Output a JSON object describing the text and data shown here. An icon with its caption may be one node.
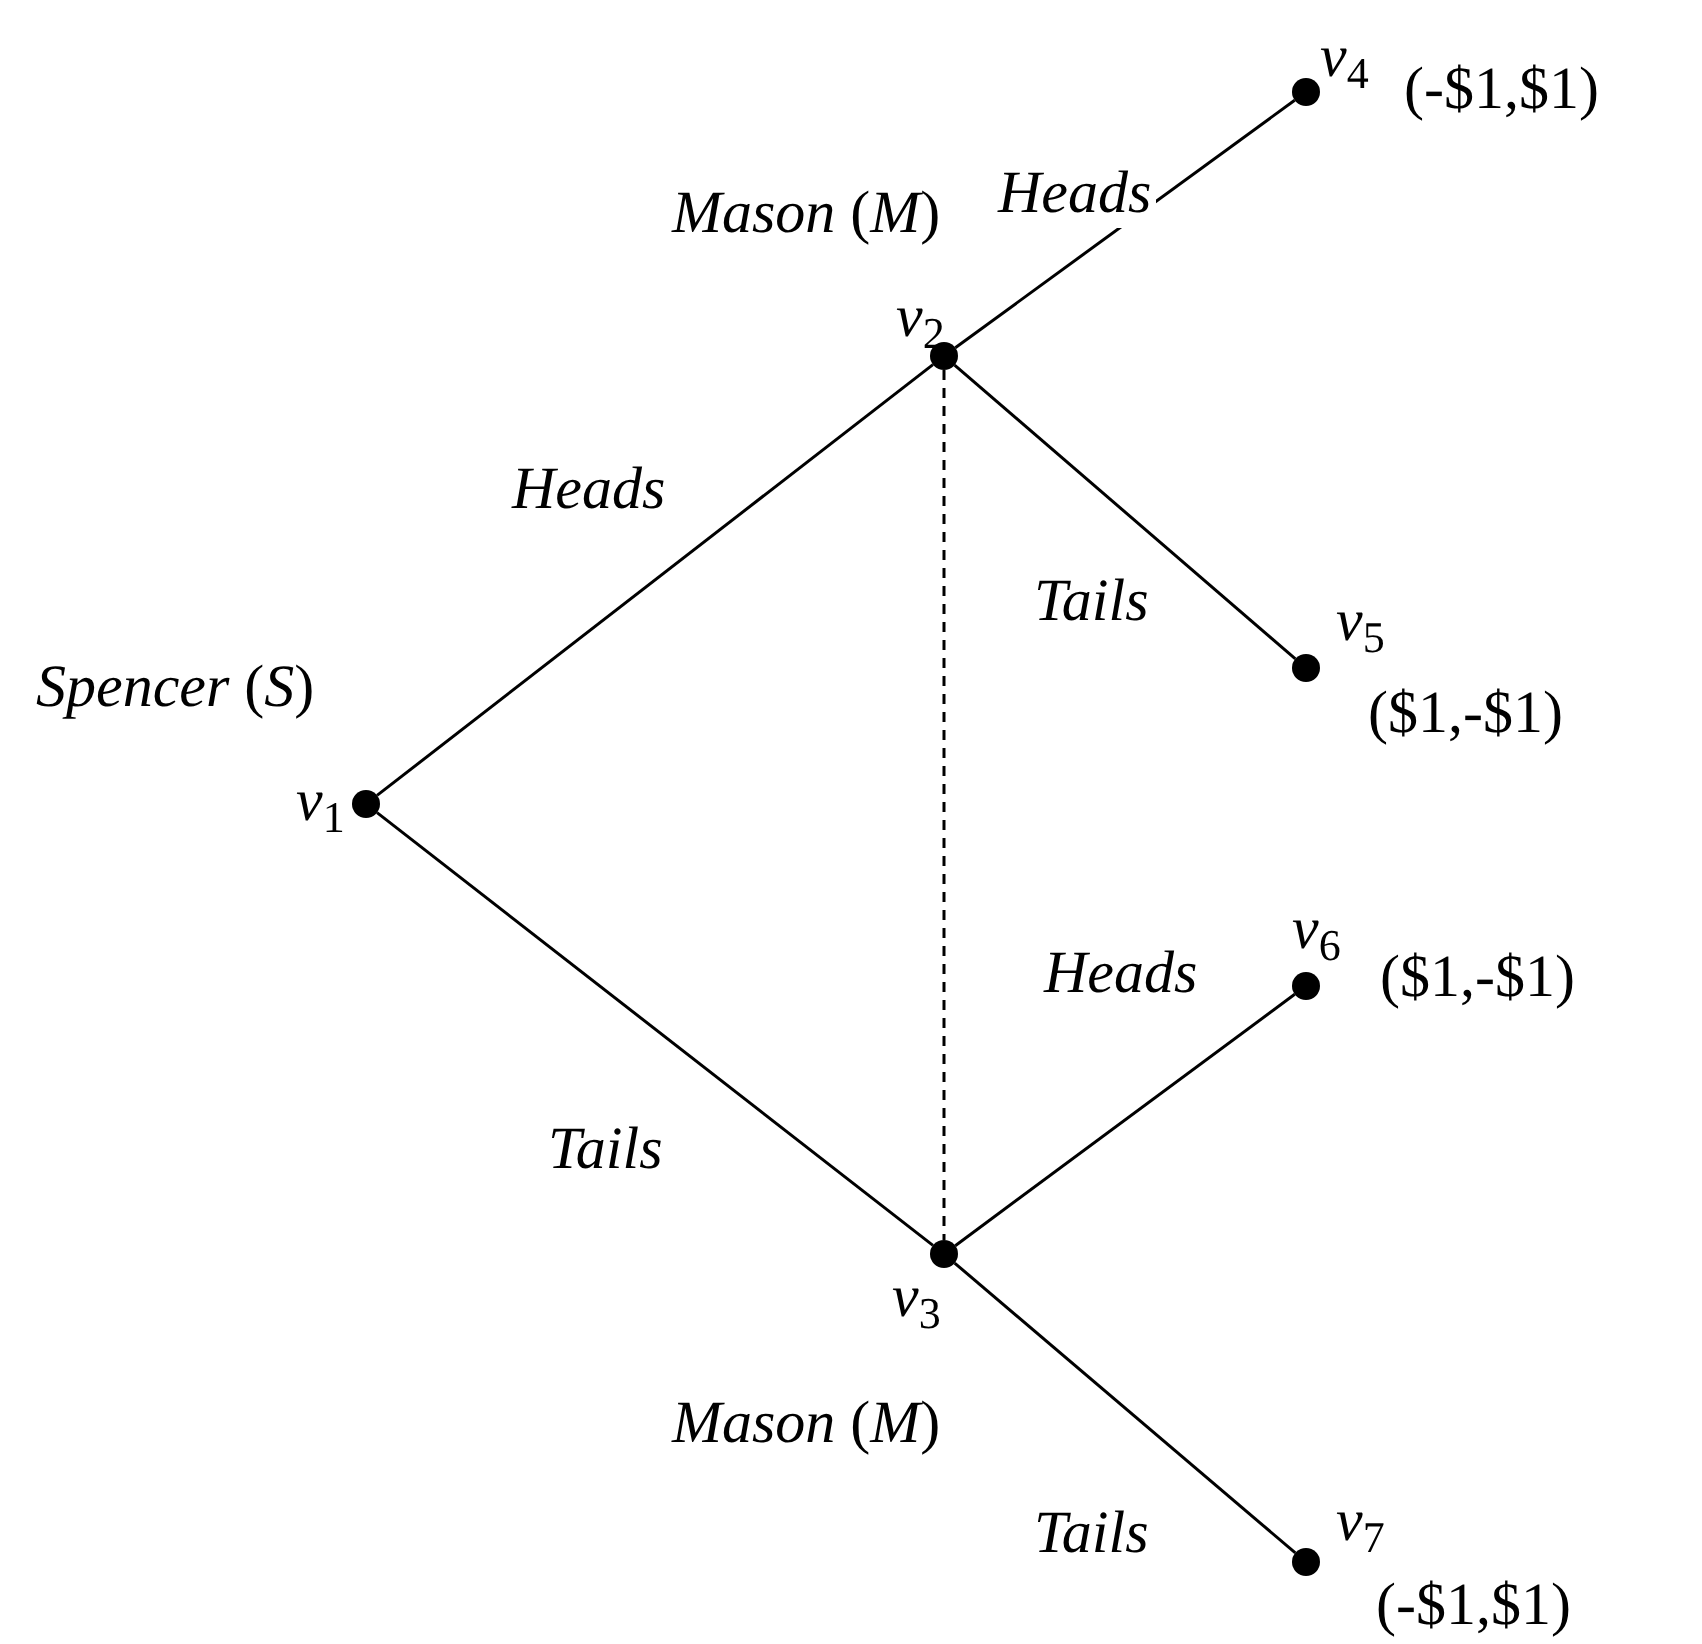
{
  "diagram": {
    "nodes": [
      {
        "text": [],
        "shape": "circle",
        "beside": [
          "v$_{1}$",
          "*Spencer* (*S*)"
        ]
      },
      {
        "text": [],
        "shape": "circle",
        "beside": [
          "v$_{2}$",
          "*Mason* (*M*)"
        ]
      },
      {
        "text": [],
        "shape": "circle",
        "beside": [
          "v$_{3}$",
          "*Mason* (*M*)"
        ]
      },
      {
        "text": [],
        "shape": "circle",
        "beside": [
          "v$_{4}$",
          "(-$1,$1)"
        ]
      },
      {
        "text": [],
        "shape": "circle",
        "beside": [
          "v$_{5}$",
          "($1,-$1)"
        ]
      },
      {
        "text": [],
        "shape": "circle",
        "beside": [
          "v$_{6}$",
          "($1,-$1)"
        ]
      },
      {
        "text": [],
        "shape": "circle",
        "beside": [
          "v$_{7}$",
          "(-$1,$1)"
        ]
      }
    ],
    "edges": [
      {
        "from": 0,
        "to": 1,
        "arrow": "none",
        "label": "Heads"
      },
      {
        "from": 0,
        "to": 2,
        "arrow": "none",
        "label": "Tails"
      },
      {
        "from": 1,
        "to": 3,
        "arrow": "none",
        "label": "Heads"
      },
      {
        "from": 1,
        "to": 4,
        "arrow": "none",
        "label": "Tails"
      },
      {
        "from": 2,
        "to": 5,
        "arrow": "none",
        "label": "Heads"
      },
      {
        "from": 2,
        "to": 6,
        "arrow": "none",
        "label": "Tails"
      },
      {
        "from": 1,
        "to": 2,
        "arrow": "none",
        "style": "dashed"
      }
    ]
  }
}
